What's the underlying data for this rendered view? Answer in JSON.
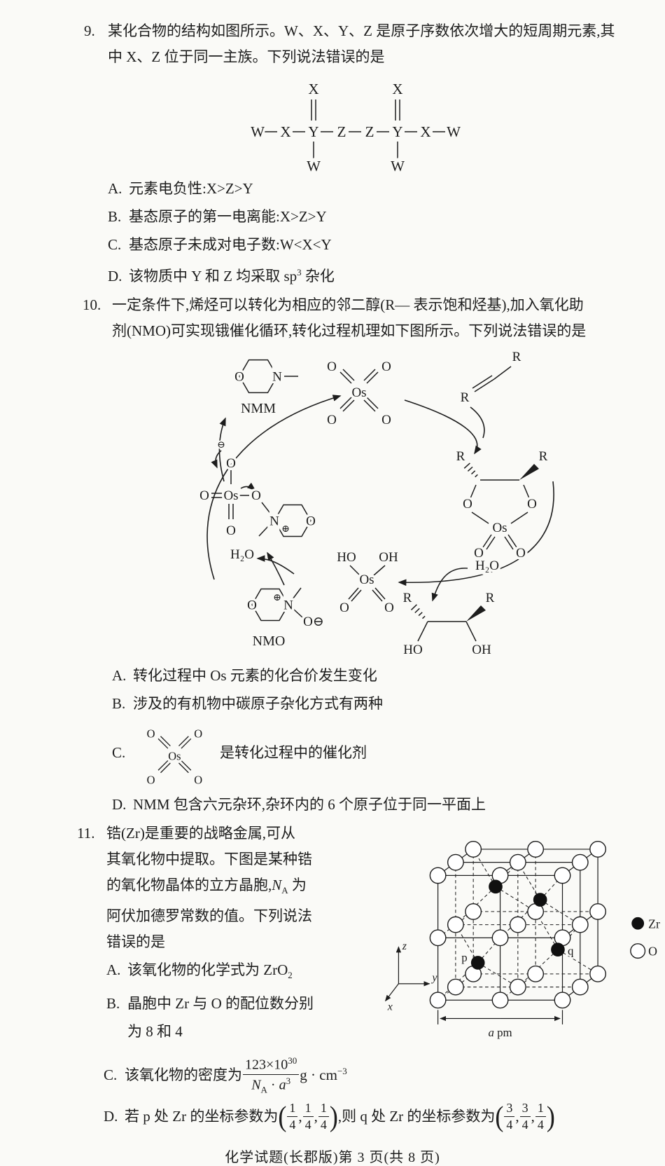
{
  "page": {
    "footer": "化学试题(长郡版)第 3 页(共 8 页)"
  },
  "q9": {
    "number": "9.",
    "stem1": "某化合物的结构如图所示。W、X、Y、Z 是原子序数依次增大的短周期元素,其",
    "stem2": "中 X、Z 位于同一主族。下列说法错误的是",
    "structure": {
      "top1": "X",
      "top2": "X",
      "w1": "W",
      "x1": "X",
      "y1": "Y",
      "z1": "Z",
      "z2": "Z",
      "y2": "Y",
      "x2": "X",
      "w2": "W",
      "b1": "W",
      "b2": "W"
    },
    "optA_label": "A.",
    "optA": "元素电负性:X>Z>Y",
    "optB_label": "B.",
    "optB": "基态原子的第一电离能:X>Z>Y",
    "optC_label": "C.",
    "optC": "基态原子未成对电子数:W<X<Y",
    "optD_label": "D.",
    "optD_pre": "该物质中 Y 和 Z 均采取 sp",
    "optD_sup": "3",
    "optD_post": " 杂化"
  },
  "q10": {
    "number": "10.",
    "stem1": "一定条件下,烯烃可以转化为相应的邻二醇(R— 表示饱和烃基),加入氧化助",
    "stem2": "剂(NMO)可实现锇催化循环,转化过程机理如下图所示。下列说法错误的是",
    "diagram": {
      "nmm": "NMM",
      "nmo": "NMO",
      "h2o": "H₂O",
      "os": "Os",
      "o": "O",
      "n": "N",
      "r": "R",
      "ho": "HO",
      "oh": "OH",
      "o_minus": "O⊖",
      "minus": "⊖",
      "plus": "⊕"
    },
    "optA_label": "A.",
    "optA": "转化过程中 Os 元素的化合价发生变化",
    "optB_label": "B.",
    "optB": "涉及的有机物中碳原子杂化方式有两种",
    "optC_label": "C.",
    "optC": "是转化过程中的催化剂",
    "optD_label": "D.",
    "optD": "NMM 包含六元杂环,杂环内的 6 个原子位于同一平面上"
  },
  "q11": {
    "number": "11.",
    "stem1": "锆(Zr)是重要的战略金属,可从",
    "stem2": "其氧化物中提取。下图是某种锆",
    "stem3_pre": "的氧化物晶体的立方晶胞,",
    "stem3_n": "N",
    "stem3_sub": "A",
    "stem3_post": " 为",
    "stem4": "阿伏加德罗常数的值。下列说法",
    "stem5": "错误的是",
    "optA_label": "A.",
    "optA_pre": "该氧化物的化学式为 ZrO",
    "optA_sub": "2",
    "optB_label": "B.",
    "optB1": "晶胞中 Zr 与 O 的配位数分别",
    "optB2": "为 8 和 4",
    "optC_label": "C.",
    "optC_pre": "该氧化物的密度为",
    "optC_num_base": "123×10",
    "optC_num_exp": "30",
    "optC_den_n": "N",
    "optC_den_sub": "A",
    "optC_den_mid": " · ",
    "optC_den_a": "a",
    "optC_den_exp": "3",
    "optC_unit": " g · cm",
    "optC_unit_exp": "−3",
    "optD_label": "D.",
    "optD_pre": "若 p 处 Zr 的坐标参数为",
    "optD_p": [
      {
        "n": "1",
        "d": "4"
      },
      {
        "n": "1",
        "d": "4"
      },
      {
        "n": "1",
        "d": "4"
      }
    ],
    "optD_mid": ",则 q 处 Zr 的坐标参数为",
    "optD_q": [
      {
        "n": "3",
        "d": "4"
      },
      {
        "n": "3",
        "d": "4"
      },
      {
        "n": "1",
        "d": "4"
      }
    ],
    "lp": "(",
    "rp": ")",
    "cm": ",",
    "diagram": {
      "p": "p",
      "q": "q",
      "axis_x": "x",
      "axis_y": "y",
      "axis_z": "z",
      "scale_a": "a",
      "scale_unit": " pm",
      "legend_zr": "Zr",
      "legend_o": "O"
    }
  }
}
